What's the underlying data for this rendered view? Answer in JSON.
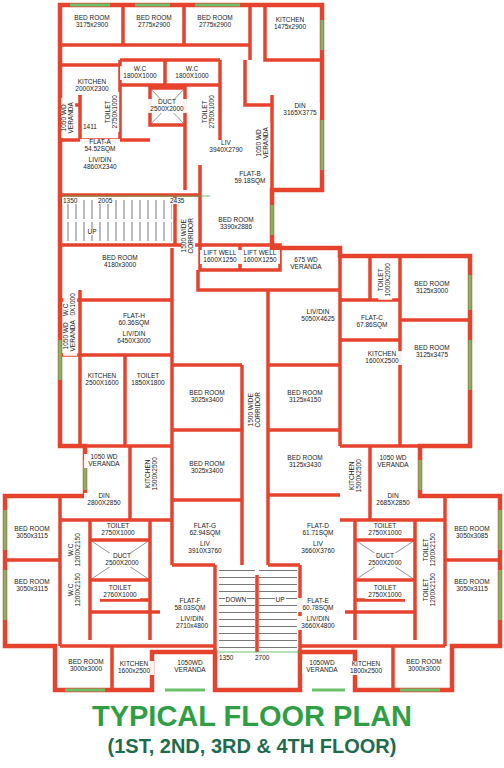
{
  "diagram": {
    "title": "TYPICAL FLOOR PLAN",
    "caption": "(1ST, 2ND, 3RD & 4TH FLOOR)",
    "labels": [
      "BED ROOM 3175x2900",
      "BED ROOM 2775x2900",
      "BED ROOM 2775x2900",
      "KITCHEN 1475x2900",
      "KITCHEN 2000X2300",
      "W.C 1800X1000",
      "W.C 1800X1000",
      "TOILET 2750X1000",
      "DUCT 2500X2000",
      "TOILET 2750X1000",
      "DIN 3165X3775",
      "1050 WD VERANDA",
      "1411",
      "FLAT-A 54.52SQM",
      "LIV/DIN 4860X2340",
      "LIV 3940X2790",
      "1050 WD VERANDA",
      "FLAT-B 59.18SQM",
      "1350",
      "2005",
      "2435",
      "BED ROOM 3390x2886",
      "UP",
      "1500 WIDE CORRIDOR",
      "LIFT WELL 1600X1250",
      "LIFT WELL 1600X1250",
      "675 WD VERANDA",
      "BED ROOM 4180x3000",
      "TOILET 1000X2000",
      "BED ROOM 3125x3000",
      "W.C 1800X1000",
      "LIV/DIN 5050X4625",
      "FLAT-C 67.86SQM",
      "FLAT-H 60.36SQM",
      "LIV/DIN 6450X3000",
      "1050 WD VERANDA",
      "BED ROOM 3125x3475",
      "KITCHEN 1600X2500",
      "KITCHEN 2500X1600",
      "TOILET 1850X1800",
      "BED ROOM 3025x3400",
      "BED ROOM 3125x4150",
      "1500 WIDE CORRIDOR",
      "1050 WD VERANDA",
      "KITCHEN 1500X2500",
      "BED ROOM 3025x3400",
      "BED ROOM 3125x3430",
      "KITCHEN 1500X2500",
      "1050 WD VERANDA",
      "DIN 2800X2850",
      "DIN 2685X2850",
      "BED ROOM 3050x3115",
      "TOILET 2750X1000",
      "FLAT-G 62.94SQM",
      "FLAT-D 61.71SQM",
      "TOILET 2750X1000",
      "BED ROOM 3050x3085",
      "W.C 1200X2150",
      "LIV 3910X3760",
      "LIV 3660X3760",
      "TOILET 1200X2150",
      "DUCT 2500X2000",
      "DUCT 2500X2000",
      "W.C 1200X2150",
      "TOILET 1200X2150",
      "BED ROOM 3050x3115",
      "BED ROOM 3050x3115",
      "DOWN",
      "UP",
      "TOILET 2760X1000",
      "TOILET 2750X1000",
      "FLAT-F 58.03SQM",
      "FLAT-E 60.78SQM",
      "LIV/DIN 2710x4800",
      "LIV/DIN 3660X4800",
      "1350",
      "2700",
      "BED ROOM 3000x3000",
      "KITCHEN 1600x2500",
      "1050WD VERANDA",
      "1050WD VERANDA",
      "KITCHEN 1800x2500",
      "BED ROOM 3000x3000"
    ]
  }
}
